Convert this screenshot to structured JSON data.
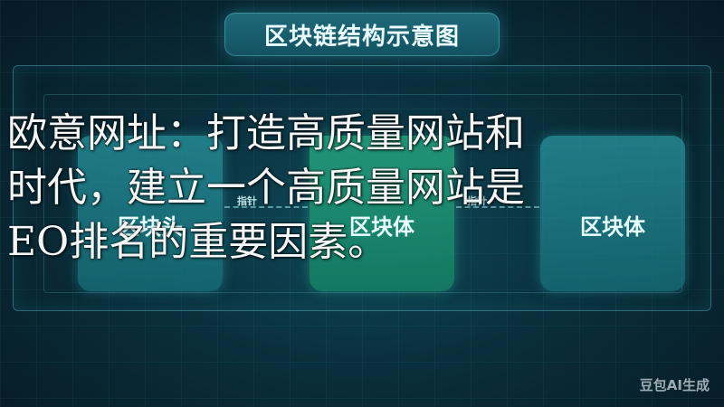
{
  "header": {
    "title": "区块链结构示意图"
  },
  "diagram": {
    "blocks": [
      {
        "label": "区块头"
      },
      {
        "label": "区块体"
      },
      {
        "label": "区块体"
      }
    ],
    "connector_labels": [
      "指针",
      "指针"
    ]
  },
  "overlay_text": {
    "line1": "欧意网址：打造高质量网站和",
    "line2": "时代，建立一个高质量网站是",
    "line3": "EO排名的重要因素。"
  },
  "watermark": "豆包AI生成"
}
